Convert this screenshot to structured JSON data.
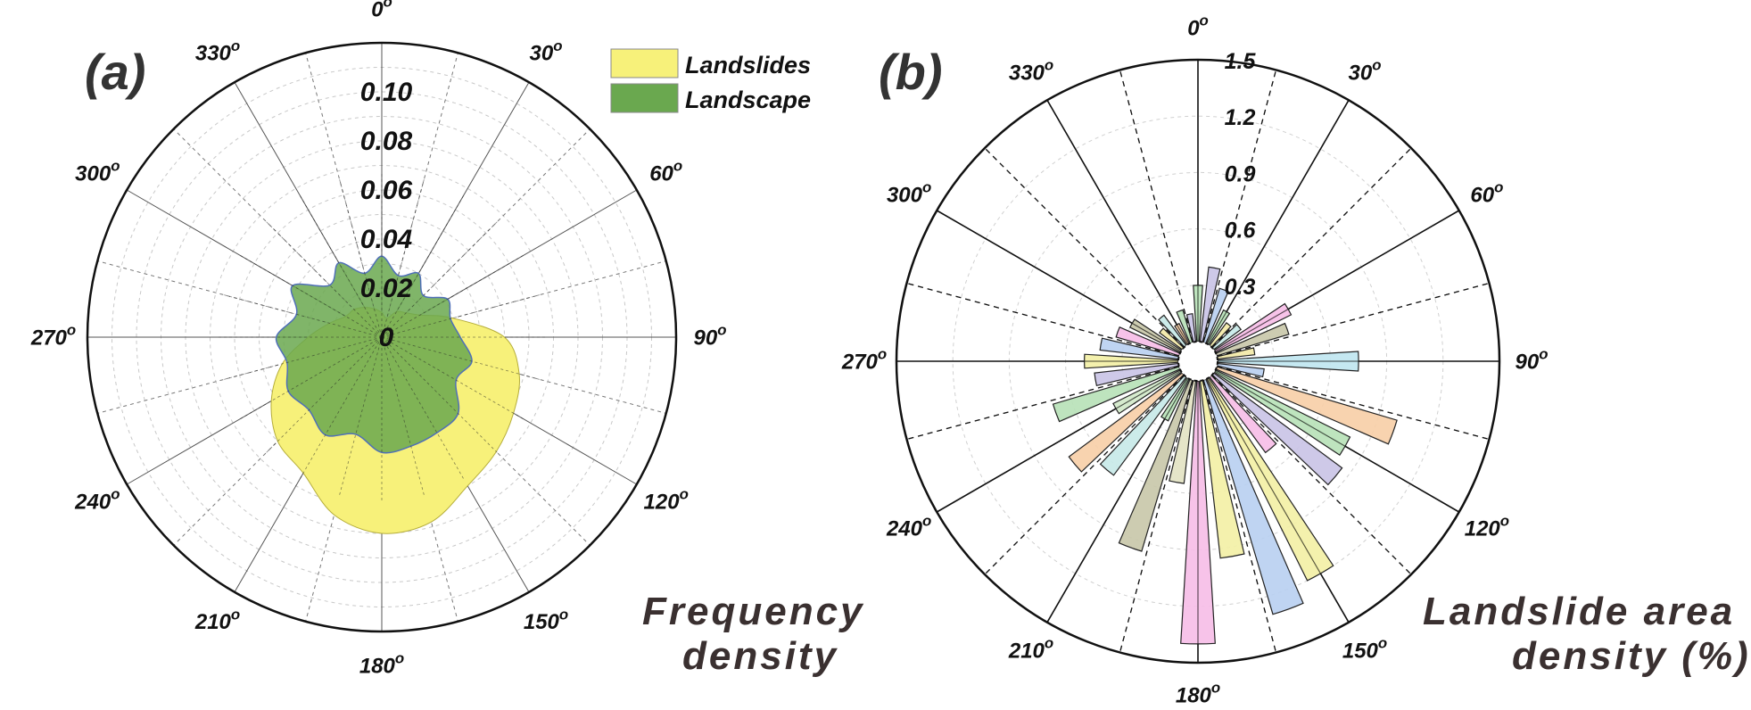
{
  "chart_data": [
    {
      "type": "polar-area",
      "panel_label": "(a)",
      "title_lines": [
        "Frequency",
        "density"
      ],
      "angle_unit": "o",
      "angle_ticks": [
        0,
        30,
        60,
        90,
        120,
        150,
        180,
        210,
        240,
        270,
        300,
        330
      ],
      "radial_ticks": [
        "0",
        "0.02",
        "0.04",
        "0.06",
        "0.08",
        "0.10"
      ],
      "radial_range": [
        0,
        0.12
      ],
      "direction": "clockwise-from-north",
      "grid": true,
      "legend_position": "top-right",
      "legend": [
        "Landslides",
        "Landscape"
      ],
      "series": [
        {
          "name": "Landslides",
          "color": "#f7f17a",
          "angles": [
            0,
            15,
            30,
            45,
            60,
            75,
            90,
            105,
            120,
            135,
            150,
            165,
            180,
            195,
            210,
            225,
            240,
            255,
            270,
            285,
            300,
            315,
            330,
            345
          ],
          "values": [
            0.01,
            0.008,
            0.012,
            0.014,
            0.018,
            0.03,
            0.05,
            0.058,
            0.062,
            0.066,
            0.07,
            0.078,
            0.08,
            0.075,
            0.064,
            0.06,
            0.052,
            0.042,
            0.03,
            0.022,
            0.017,
            0.016,
            0.014,
            0.012
          ]
        },
        {
          "name": "Landscape",
          "color": "#6aa84f",
          "angles": [
            0,
            15,
            30,
            45,
            60,
            75,
            90,
            105,
            120,
            135,
            150,
            165,
            180,
            195,
            210,
            225,
            240,
            255,
            270,
            285,
            300,
            315,
            330,
            345
          ],
          "values": [
            0.033,
            0.026,
            0.03,
            0.024,
            0.031,
            0.029,
            0.032,
            0.038,
            0.035,
            0.044,
            0.045,
            0.046,
            0.047,
            0.041,
            0.046,
            0.042,
            0.044,
            0.04,
            0.043,
            0.036,
            0.042,
            0.03,
            0.035,
            0.027
          ]
        }
      ]
    },
    {
      "type": "rose",
      "panel_label": "(b)",
      "title_lines": [
        "Landslide area",
        "density (%)"
      ],
      "angle_unit": "o",
      "angle_ticks": [
        0,
        30,
        60,
        90,
        120,
        150,
        180,
        210,
        240,
        270,
        300,
        330
      ],
      "radial_ticks": [
        "0.3",
        "0.6",
        "0.9",
        "1.2",
        "1.5"
      ],
      "radial_range": [
        0,
        1.5
      ],
      "direction": "clockwise-from-north",
      "grid": true,
      "bar_width_deg": 7,
      "bars": [
        {
          "angle": 0,
          "value": 0.3,
          "color": "#b7e1b7"
        },
        {
          "angle": 10,
          "value": 0.4,
          "color": "#c9c3e6"
        },
        {
          "angle": 20,
          "value": 0.3,
          "color": "#b8cff1"
        },
        {
          "angle": 30,
          "value": 0.2,
          "color": "#b7e1b7"
        },
        {
          "angle": 40,
          "value": 0.15,
          "color": "#f3e9a6"
        },
        {
          "angle": 50,
          "value": 0.18,
          "color": "#c6e9e8"
        },
        {
          "angle": 60,
          "value": 0.45,
          "color": "#f6bde7"
        },
        {
          "angle": 70,
          "value": 0.4,
          "color": "#c8c7a9"
        },
        {
          "angle": 80,
          "value": 0.2,
          "color": "#f3e9a6"
        },
        {
          "angle": 90,
          "value": 0.75,
          "color": "#bfe6ef"
        },
        {
          "angle": 100,
          "value": 0.25,
          "color": "#b8cff1"
        },
        {
          "angle": 110,
          "value": 1.0,
          "color": "#f7cea6"
        },
        {
          "angle": 120,
          "value": 0.8,
          "color": "#b7e1b7"
        },
        {
          "angle": 130,
          "value": 0.85,
          "color": "#c9c3e6"
        },
        {
          "angle": 140,
          "value": 0.5,
          "color": "#f6bde7"
        },
        {
          "angle": 150,
          "value": 1.2,
          "color": "#f3f0a4"
        },
        {
          "angle": 160,
          "value": 1.3,
          "color": "#b8cff1"
        },
        {
          "angle": 170,
          "value": 0.95,
          "color": "#f3f0a4"
        },
        {
          "angle": 180,
          "value": 1.4,
          "color": "#f6bde7"
        },
        {
          "angle": 190,
          "value": 0.55,
          "color": "#e2e2c2"
        },
        {
          "angle": 200,
          "value": 0.95,
          "color": "#c8c7a9"
        },
        {
          "angle": 210,
          "value": 0.25,
          "color": "#b7e1b7"
        },
        {
          "angle": 220,
          "value": 0.65,
          "color": "#c6e9e8"
        },
        {
          "angle": 230,
          "value": 0.75,
          "color": "#f7cea6"
        },
        {
          "angle": 240,
          "value": 0.4,
          "color": "#d2e9c9"
        },
        {
          "angle": 250,
          "value": 0.7,
          "color": "#b7e1b7"
        },
        {
          "angle": 260,
          "value": 0.45,
          "color": "#c9c3e6"
        },
        {
          "angle": 270,
          "value": 0.5,
          "color": "#f3f0a4"
        },
        {
          "angle": 280,
          "value": 0.42,
          "color": "#b8cff1"
        },
        {
          "angle": 290,
          "value": 0.35,
          "color": "#f6bde7"
        },
        {
          "angle": 300,
          "value": 0.3,
          "color": "#c8c7a9"
        },
        {
          "angle": 310,
          "value": 0.15,
          "color": "#f3e9a6"
        },
        {
          "angle": 320,
          "value": 0.2,
          "color": "#c6e9e8"
        },
        {
          "angle": 330,
          "value": 0.12,
          "color": "#f7cea6"
        },
        {
          "angle": 340,
          "value": 0.18,
          "color": "#b7e1b7"
        },
        {
          "angle": 350,
          "value": 0.15,
          "color": "#c9c3e6"
        }
      ]
    }
  ]
}
